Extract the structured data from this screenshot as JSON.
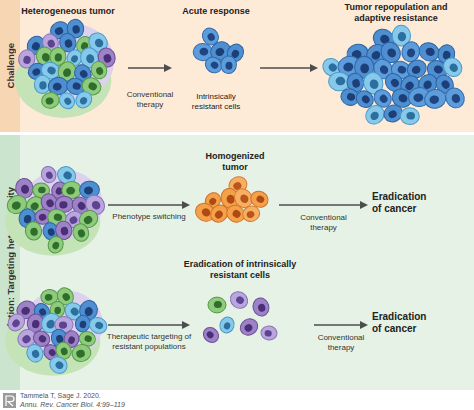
{
  "diagram": {
    "nodes": [
      {
        "text": [
          "Challenge"
        ]
      },
      {
        "text": [
          "Heterogeneous tumor"
        ],
        "in": 0
      },
      {
        "text": [
          "Acute response",
          "Intrinsically resistant cells"
        ],
        "in": 0
      },
      {
        "text": [
          "Tumor repopulation and adaptive resistance"
        ],
        "in": 0
      },
      {
        "text": [
          "Solution: Targeting heterogeneity"
        ]
      },
      {
        "text": [
          "Homogenized tumor"
        ],
        "in": 4
      },
      {
        "text": [
          "Eradication of cancer"
        ],
        "in": 4
      },
      {
        "text": [
          "Eradication of intrinsically resistant cells"
        ],
        "in": 4
      },
      {
        "text": [
          "Eradication of cancer"
        ],
        "in": 4
      }
    ],
    "edges": [
      {
        "from": 1,
        "to": 2,
        "label": "Conventional therapy",
        "arrow": "to"
      },
      {
        "from": 2,
        "to": 3,
        "arrow": "to"
      },
      {
        "from": 5,
        "to": 6,
        "label": "Conventional therapy",
        "arrow": "to"
      },
      {
        "from": 7,
        "to": 8,
        "label": "Conventional therapy",
        "arrow": "to"
      }
    ],
    "labels": [
      "Phenotype switching",
      "Therapeutic targeting of resistant populations",
      "Tammela T, Sage J. 2020.",
      "Annu. Rev. Cancer Biol. 4:99–119"
    ]
  }
}
